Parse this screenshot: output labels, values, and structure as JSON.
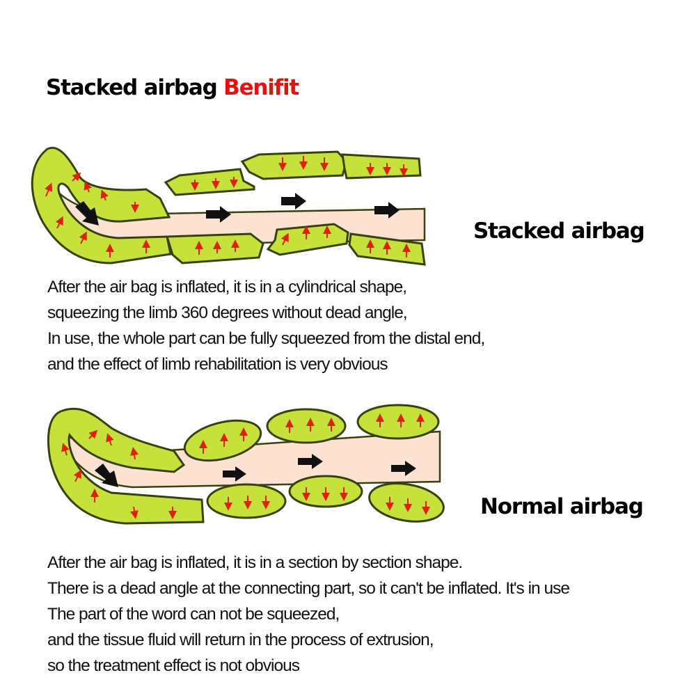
{
  "title": {
    "main": "Stacked airbag",
    "accent": "Benifit",
    "accent_color": "#e80f0f"
  },
  "colors": {
    "bag_fill": "#c4e23a",
    "bag_stroke": "#3a3f0c",
    "limb_fill": "#fbe2d3",
    "arrow_red": "#e02010",
    "arrow_black": "#111111"
  },
  "stacked": {
    "label": "Stacked airbag",
    "lines": [
      "After the air bag is inflated, it is in a cylindrical shape,",
      "squeezing the limb 360 degrees without dead angle,",
      "In use, the whole part can be fully squeezed from the distal end,",
      "and the effect of limb rehabilitation is very obvious"
    ]
  },
  "normal": {
    "label": "Normal airbag",
    "lines": [
      "After the air bag is inflated, it is in a section by section shape.",
      "There is a dead angle at the connecting part, so it can't be inflated. It's in use",
      "The part of the word can not be squeezed,",
      "and the tissue fluid will return in the process of extrusion,",
      "so the treatment effect is not obvious"
    ]
  }
}
